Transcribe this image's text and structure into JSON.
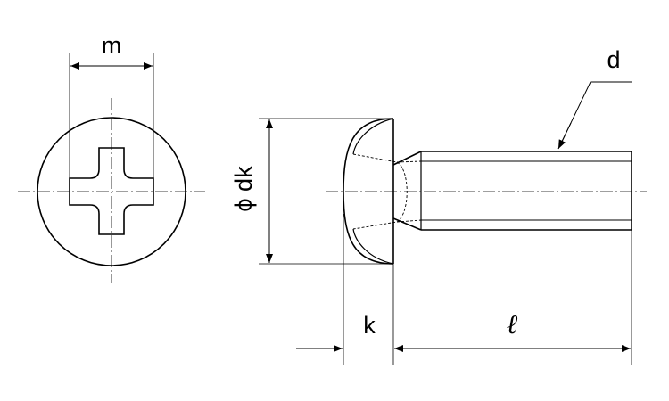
{
  "labels": {
    "m": "m",
    "d": "d",
    "dk": "ϕ dk",
    "k": "k",
    "l": "ℓ"
  },
  "colors": {
    "line": "#000000",
    "background": "#ffffff"
  }
}
